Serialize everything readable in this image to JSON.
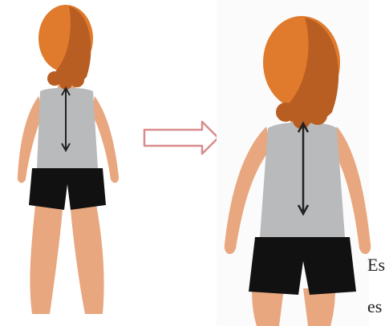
{
  "colors": {
    "skin": "#e8a77e",
    "skin_shade": "#d98f63",
    "hair_light": "#e07a2c",
    "hair_dark": "#b95e22",
    "shirt": "#b9babc",
    "shorts": "#111111",
    "arrow_outline": "#d88c8c",
    "spine_arrow": "#222222"
  },
  "icons": {
    "transition": "hollow-right-arrow",
    "spine": "double-headed-vertical-arrow"
  },
  "text_fragments": {
    "line1": "Es",
    "line2": "es"
  }
}
